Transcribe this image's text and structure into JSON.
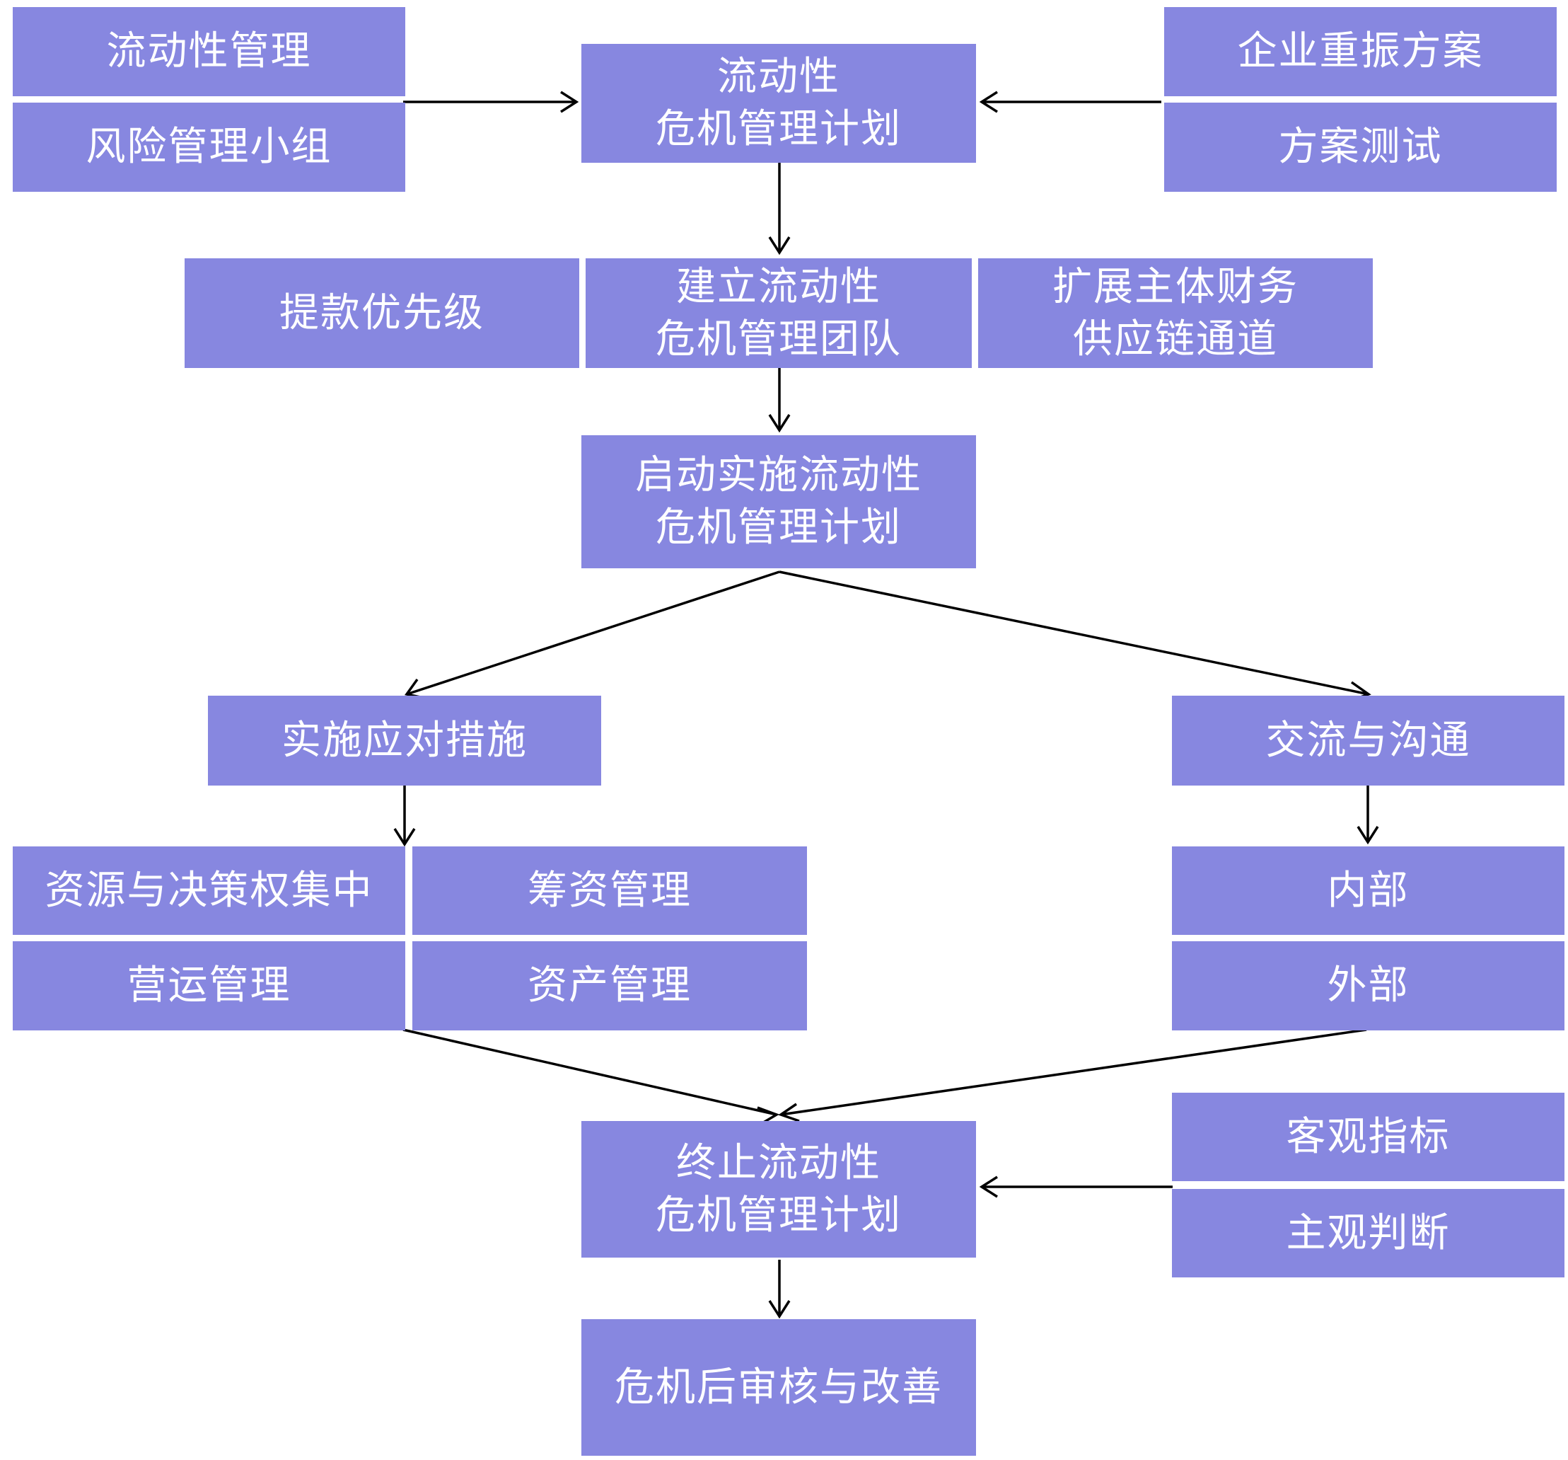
{
  "colors": {
    "box": "#8787e0",
    "text": "#ffffff",
    "arrow": "#000000"
  },
  "nodes": {
    "liq_mgmt": "流动性管理",
    "risk_team": "风险管理小组",
    "plan_title": "流动性",
    "plan_sub": "危机管理计划",
    "revival": "企业重振方案",
    "test": "方案测试",
    "priority": "提款优先级",
    "team_line1": "建立流动性",
    "team_line2": "危机管理团队",
    "expand_line1": "扩展主体财务",
    "expand_line2": "供应链通道",
    "start_line1": "启动实施流动性",
    "start_line2": "危机管理计划",
    "measures": "实施应对措施",
    "comm": "交流与沟通",
    "centralize": "资源与决策权集中",
    "funding": "筹资管理",
    "operation": "营运管理",
    "asset": "资产管理",
    "internal": "内部",
    "external": "外部",
    "end_line1": "终止流动性",
    "end_line2": "危机管理计划",
    "objective": "客观指标",
    "subjective": "主观判断",
    "review": "危机后审核与改善"
  }
}
